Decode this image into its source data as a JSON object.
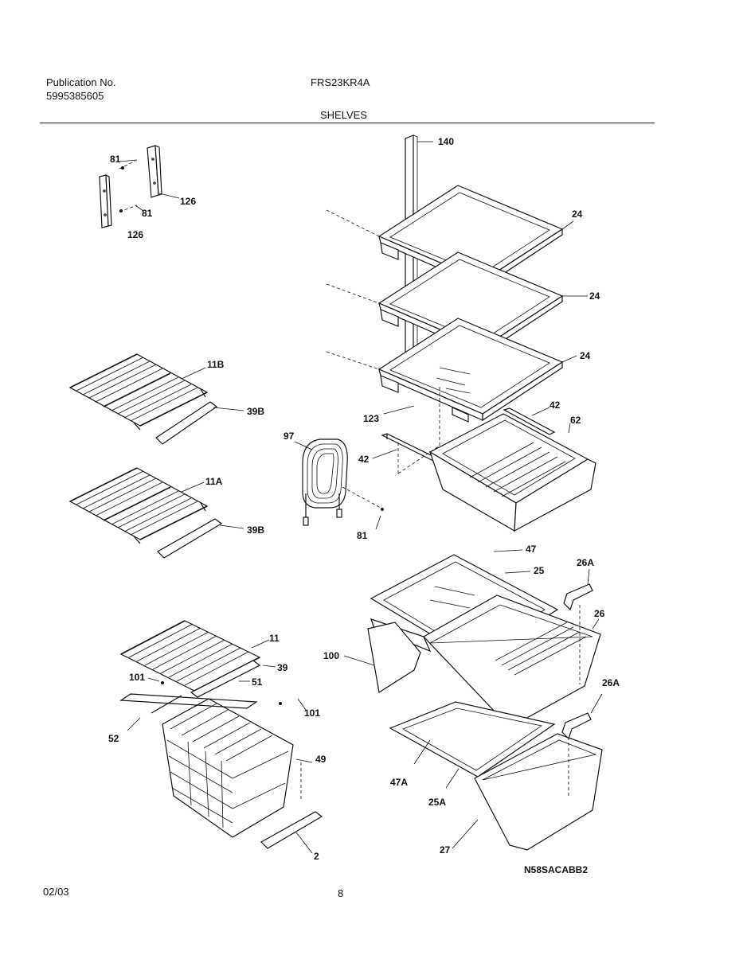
{
  "header": {
    "publication_label": "Publication No.",
    "publication_number": "5995385605",
    "model": "FRS23KR4A",
    "section_title": "SHELVES"
  },
  "footer": {
    "date": "02/03",
    "page_number": "8"
  },
  "diagram": {
    "code": "N58SACABB2",
    "labels": [
      {
        "id": "81-top",
        "text": "81"
      },
      {
        "id": "126-right",
        "text": "126"
      },
      {
        "id": "81-mid",
        "text": "81"
      },
      {
        "id": "126-bottom",
        "text": "126"
      },
      {
        "id": "140",
        "text": "140"
      },
      {
        "id": "24-a",
        "text": "24"
      },
      {
        "id": "24-b",
        "text": "24"
      },
      {
        "id": "24-c",
        "text": "24"
      },
      {
        "id": "42-a",
        "text": "42"
      },
      {
        "id": "62",
        "text": "62"
      },
      {
        "id": "123",
        "text": "123"
      },
      {
        "id": "42-b",
        "text": "42"
      },
      {
        "id": "97",
        "text": "97"
      },
      {
        "id": "81-coil",
        "text": "81"
      },
      {
        "id": "11B",
        "text": "11B"
      },
      {
        "id": "39B-a",
        "text": "39B"
      },
      {
        "id": "11A",
        "text": "11A"
      },
      {
        "id": "39B-b",
        "text": "39B"
      },
      {
        "id": "47",
        "text": "47"
      },
      {
        "id": "25",
        "text": "25"
      },
      {
        "id": "26A-a",
        "text": "26A"
      },
      {
        "id": "26",
        "text": "26"
      },
      {
        "id": "100",
        "text": "100"
      },
      {
        "id": "26A-b",
        "text": "26A"
      },
      {
        "id": "47A",
        "text": "47A"
      },
      {
        "id": "25A",
        "text": "25A"
      },
      {
        "id": "27",
        "text": "27"
      },
      {
        "id": "11",
        "text": "11"
      },
      {
        "id": "39",
        "text": "39"
      },
      {
        "id": "101-a",
        "text": "101"
      },
      {
        "id": "51",
        "text": "51"
      },
      {
        "id": "101-b",
        "text": "101"
      },
      {
        "id": "52",
        "text": "52"
      },
      {
        "id": "49",
        "text": "49"
      },
      {
        "id": "2",
        "text": "2"
      }
    ]
  }
}
